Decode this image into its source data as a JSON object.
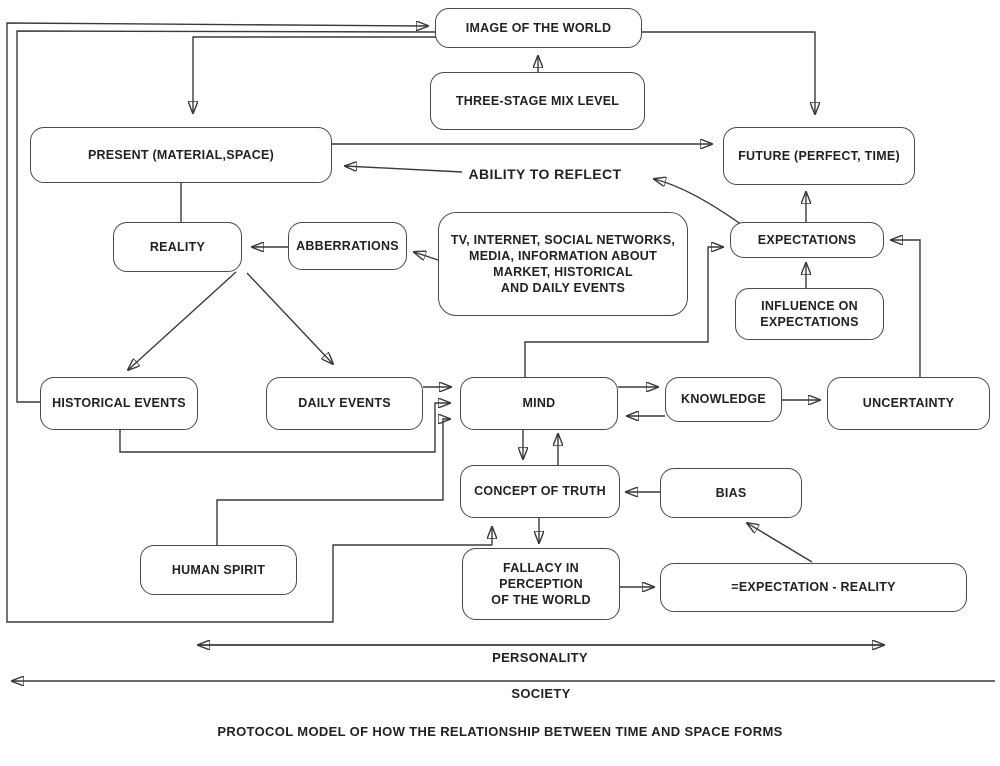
{
  "nodes": {
    "image_of_the_world": "IMAGE OF THE WORLD",
    "three_stage_mix_level": "THREE-STAGE MIX LEVEL",
    "present": "PRESENT (MATERIAL,SPACE)",
    "future": "FUTURE (PERFECT, TIME)",
    "reality": "REALITY",
    "abberrations": "ABBERRATIONS",
    "tv_media": "TV, INTERNET, SOCIAL NETWORKS,\nMEDIA, INFORMATION ABOUT\nMARKET, HISTORICAL\nAND DAILY EVENTS",
    "expectations": "EXPECTATIONS",
    "influence_on_expectations": "INFLUENCE ON\nEXPECTATIONS",
    "historical_events": "HISTORICAL EVENTS",
    "daily_events": "DAILY EVENTS",
    "mind": "MIND",
    "knowledge": "KNOWLEDGE",
    "uncertainty": "UNCERTAINTY",
    "concept_of_truth": "CONCEPT OF TRUTH",
    "bias": "BIAS",
    "human_spirit": "HUMAN SPIRIT",
    "fallacy": "FALLACY IN\nPERCEPTION\nOF THE WORLD",
    "expectation_minus_reality": "=EXPECTATION - REALITY"
  },
  "labels": {
    "ability_to_reflect": "ABILITY TO REFLECT",
    "personality": "PERSONALITY",
    "society": "SOCIETY",
    "caption": "PROTOCOL MODEL OF HOW THE RELATIONSHIP BETWEEN TIME AND SPACE FORMS"
  },
  "edges": [
    {
      "from": "three_stage_mix_level",
      "to": "image_of_the_world"
    },
    {
      "from": "image_of_the_world",
      "to": "present"
    },
    {
      "from": "image_of_the_world",
      "to": "future"
    },
    {
      "from": "present",
      "to": "future"
    },
    {
      "from": "ability_to_reflect",
      "to": "present"
    },
    {
      "from": "expectations",
      "to": "ability_to_reflect"
    },
    {
      "from": "abberrations",
      "to": "reality"
    },
    {
      "from": "tv_media",
      "to": "abberrations"
    },
    {
      "from": "present",
      "to": "reality"
    },
    {
      "from": "reality",
      "to": "historical_events"
    },
    {
      "from": "reality",
      "to": "daily_events"
    },
    {
      "from": "daily_events",
      "to": "mind"
    },
    {
      "from": "historical_events",
      "to": "mind"
    },
    {
      "from": "human_spirit",
      "to": "mind"
    },
    {
      "from": "historical_events",
      "to": "image_of_the_world"
    },
    {
      "from": "mind",
      "to": "knowledge"
    },
    {
      "from": "knowledge",
      "to": "mind"
    },
    {
      "from": "knowledge",
      "to": "uncertainty"
    },
    {
      "from": "uncertainty",
      "to": "expectations"
    },
    {
      "from": "expectations",
      "to": "future"
    },
    {
      "from": "influence_on_expectations",
      "to": "expectations"
    },
    {
      "from": "mind",
      "to": "expectations"
    },
    {
      "from": "mind",
      "to": "concept_of_truth"
    },
    {
      "from": "concept_of_truth",
      "to": "mind"
    },
    {
      "from": "concept_of_truth",
      "to": "fallacy"
    },
    {
      "from": "fallacy",
      "to": "expectation_minus_reality"
    },
    {
      "from": "expectation_minus_reality",
      "to": "bias"
    },
    {
      "from": "bias",
      "to": "concept_of_truth"
    },
    {
      "from": "left_edge_loop",
      "to": "concept_of_truth"
    },
    {
      "from": "left_edge_loop",
      "to": "image_of_the_world"
    },
    {
      "from": "personality_span",
      "to": "double-headed horizontal arrow"
    },
    {
      "from": "society_span",
      "to": "left-pointing horizontal arrow"
    }
  ],
  "colors": {
    "line": "#3a3a3a",
    "box_border": "#4a4a4a",
    "text": "#222222",
    "background": "#ffffff"
  }
}
